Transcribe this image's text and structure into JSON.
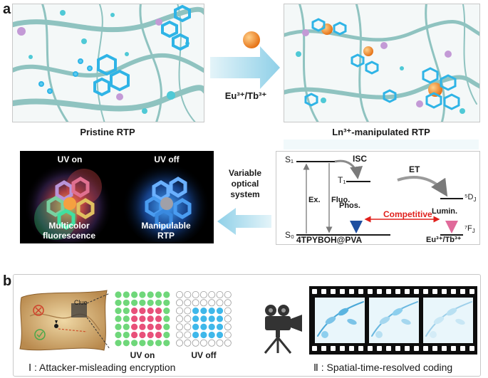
{
  "panel_a": {
    "letter": "a",
    "left_caption": "Pristine RTP",
    "right_caption": "Ln³⁺-manipulated RTP",
    "ion_label": "Eu³⁺/Tb³⁺",
    "uv_on": "UV on",
    "uv_off": "UV off",
    "multicolor": [
      "Multicolor",
      "fluorescence"
    ],
    "manipulable": [
      "Manipulable",
      "RTP"
    ],
    "variable": [
      "Variable",
      "optical",
      "system"
    ],
    "jablonski": {
      "s1": "S₁",
      "t1": "T₁",
      "s0": "S₀",
      "isc": "ISC",
      "et": "ET",
      "ex": "Ex.",
      "fluo": "Fluo.",
      "phos": "Phos.",
      "competitive": "Competitive",
      "lumin": "Lumin.",
      "d_level": "⁵D",
      "d_sub": "J",
      "f_level": "⁷F",
      "f_sub": "J",
      "host": "4TPYBOH@PVA",
      "ion": "Eu³⁺/Tb³⁺"
    }
  },
  "panel_b": {
    "letter": "b",
    "clue": "Clue",
    "uv_on": "UV on",
    "uv_off": "UV off",
    "caption_1": "Ⅰ : Attacker-misleading encryption",
    "caption_2": "Ⅱ : Spatial-time-resolved coding"
  },
  "colors": {
    "fiber": "#7fb8b5",
    "crystal": "#2fb4e6",
    "ion": "#f28a1e",
    "arrow": "#9fd4e6",
    "red_grid": "#e8507a",
    "green_grid": "#6fd77a",
    "blue_grid": "#3fb8ea",
    "competitive": "#e0201c"
  }
}
